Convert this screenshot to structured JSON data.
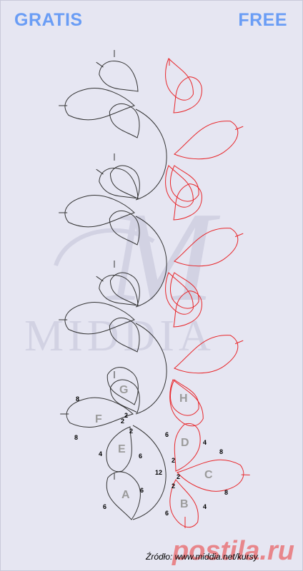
{
  "header": {
    "left": "GRATIS",
    "right": "FREE"
  },
  "watermark": {
    "text": "MIDDIA",
    "monogram": "M"
  },
  "labels": {
    "A": "A",
    "B": "B",
    "C": "C",
    "D": "D",
    "E": "E",
    "F": "F",
    "G": "G",
    "H": "H"
  },
  "stitch_counts": {
    "f_top": "8",
    "f_bottom": "8",
    "f_join_top": "2",
    "f_join_mid": "2",
    "e_top": "2",
    "e_left": "4",
    "e_right": "6",
    "a_inner": "12",
    "a_right": "6",
    "a_left": "6",
    "d_left": "6",
    "d_right": "4",
    "c_top": "8",
    "c_bottom": "8",
    "j1": "2",
    "j2": "2",
    "j3": "2",
    "b_left": "6",
    "b_right": "4"
  },
  "source": "Źródło: www.middia.net/kursy",
  "brand": "postila.ru",
  "colors": {
    "header": "#6a9df5",
    "red": "#e8262a",
    "black": "#333333"
  }
}
